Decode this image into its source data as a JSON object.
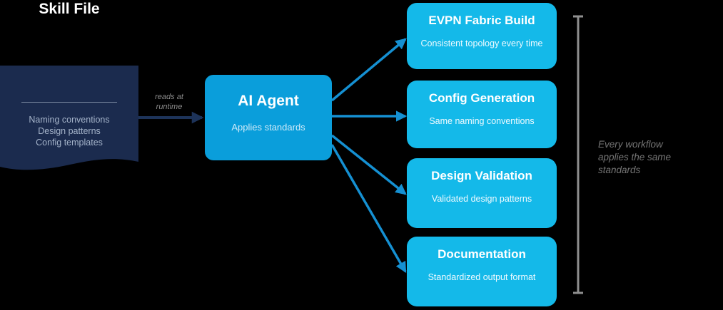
{
  "diagram": {
    "skill_file": {
      "title": "Skill File",
      "items": [
        "Naming conventions",
        "Design patterns",
        "Config templates"
      ]
    },
    "edge_label": {
      "line1": "reads at",
      "line2": "runtime"
    },
    "agent": {
      "title": "AI Agent",
      "subtitle": "Applies standards"
    },
    "workflows": [
      {
        "title": "EVPN Fabric Build",
        "subtitle": "Consistent topology every time"
      },
      {
        "title": "Config Generation",
        "subtitle": "Same naming conventions"
      },
      {
        "title": "Design Validation",
        "subtitle": "Validated design patterns"
      },
      {
        "title": "Documentation",
        "subtitle": "Standardized output format"
      }
    ],
    "note": {
      "line1": "Every workflow",
      "line2": "applies the same",
      "line3": "standards"
    }
  },
  "colors": {
    "background": "#000000",
    "skill_box": "#1b2b4e",
    "skill_item_text": "#a4b3c9",
    "agent_box": "#0a9edb",
    "agent_subtitle": "#cfeaf8",
    "workflow_box": "#14b9e9",
    "workflow_subtitle": "#eefaff",
    "navy_arrow": "#1d3359",
    "cyan_arrow": "#1590d2",
    "bracket": "#8f8f8f",
    "note_text": "#757575",
    "edge_label_text": "#8a8a8a",
    "divider": "#74839c"
  }
}
